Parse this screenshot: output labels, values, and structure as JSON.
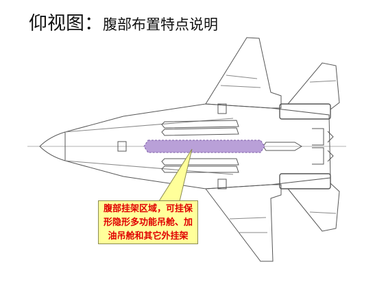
{
  "title": {
    "main": "仰视图：",
    "sub": "腹部布置特点说明"
  },
  "callout": {
    "lines": [
      "腹部挂架区域，可挂保",
      "形隐形多功能吊舱、加",
      "油吊舱和其它外挂架"
    ]
  },
  "colors": {
    "outline": "#555555",
    "bay_highlight": "#b9a0d8",
    "callout_fill": "#ffff9a",
    "callout_text": "#e00000"
  }
}
